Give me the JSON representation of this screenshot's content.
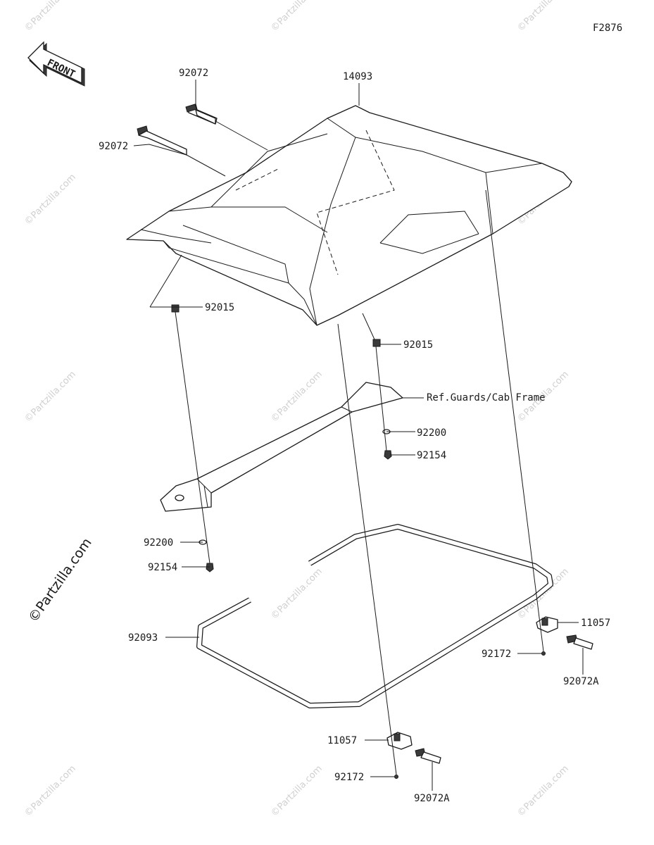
{
  "figure_code": "F2876",
  "front_label": "FRONT",
  "watermark": "©Partzilla.com",
  "callouts": [
    {
      "id": "roof",
      "text": "14093"
    },
    {
      "id": "band-top",
      "text": "92072"
    },
    {
      "id": "band-left",
      "text": "92072"
    },
    {
      "id": "clip-left",
      "text": "92015"
    },
    {
      "id": "clip-right",
      "text": "92015"
    },
    {
      "id": "ref-frame",
      "text": "Ref.Guards/Cab Frame"
    },
    {
      "id": "washer-right",
      "text": "92200"
    },
    {
      "id": "screw-right",
      "text": "92154"
    },
    {
      "id": "washer-left",
      "text": "92200"
    },
    {
      "id": "screw-left",
      "text": "92154"
    },
    {
      "id": "seal",
      "text": "92093"
    },
    {
      "id": "latch-right",
      "text": "11057"
    },
    {
      "id": "rivet-right",
      "text": "92172"
    },
    {
      "id": "band-right",
      "text": "92072A"
    },
    {
      "id": "latch-bottom",
      "text": "11057"
    },
    {
      "id": "rivet-bottom",
      "text": "92172"
    },
    {
      "id": "band-bottom",
      "text": "92072A"
    }
  ]
}
